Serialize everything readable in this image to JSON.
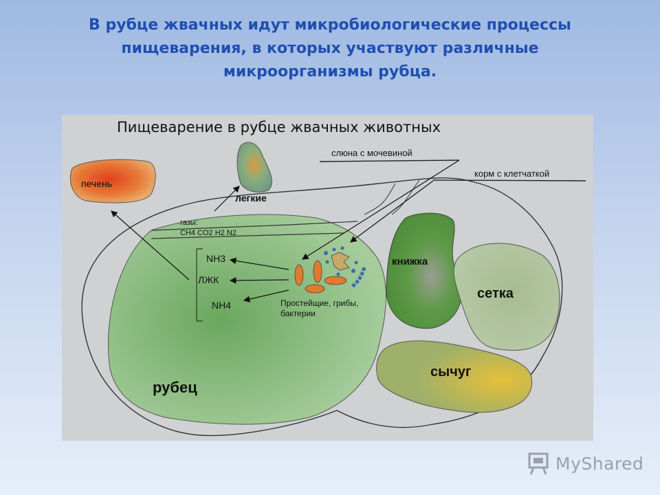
{
  "heading": {
    "line1": "В рубце жвачных идут микробиологические процессы",
    "line2": "пищеварения, в которых участвуют различные",
    "line3": "микроорганизмы рубца."
  },
  "diagram": {
    "title": "Пищеварение в рубце жвачных животных",
    "labels": {
      "liver": "печень",
      "lungs": "легкие",
      "saliva": "слюна с мочевиной",
      "feed": "корм с клетчаткой",
      "gases_title": "газы:",
      "gases": "CH4 CO2 H2 N2",
      "nh3": "NH3",
      "vfa": "ЛЖК",
      "nh4": "NH4",
      "microbes_line1": "Простейщие, грибы,",
      "microbes_line2": "бактерии",
      "omasum": "книжка",
      "reticulum": "сетка",
      "abomasum": "сычуг",
      "rumen": "рубец"
    }
  },
  "logo": {
    "text": "MyShared"
  },
  "colors": {
    "heading": "#1f4fb0",
    "background": "#d0d1d2",
    "rumen": "#8fbf84",
    "liver": "#e8803a",
    "omasum": "#5f9f4a",
    "abomasum": "#c9b64a"
  }
}
